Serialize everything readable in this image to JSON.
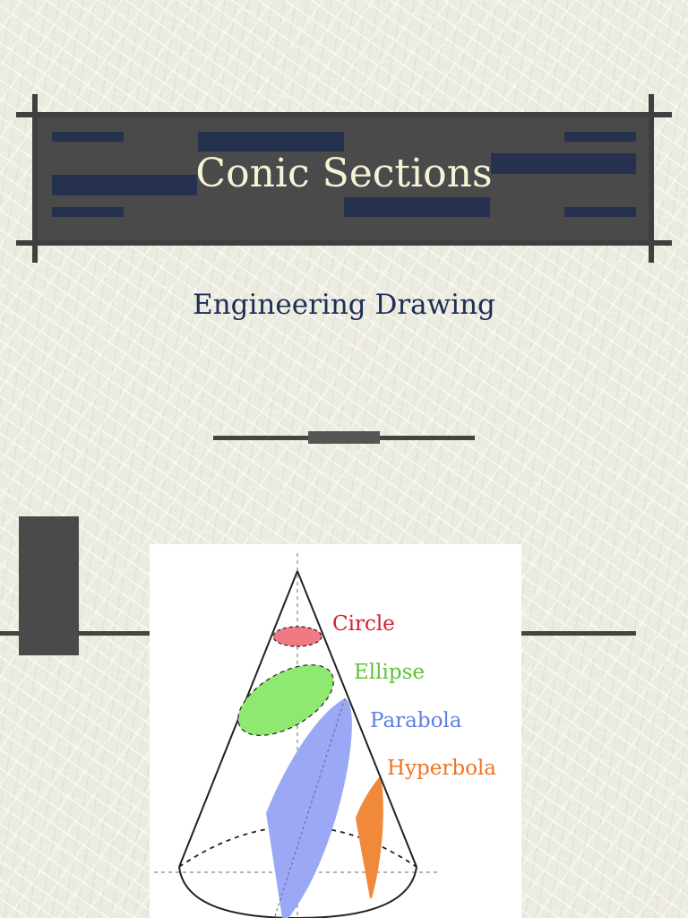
{
  "slide": {
    "title": "Conic Sections",
    "subtitle": "Engineering Drawing"
  },
  "figure": {
    "labels": [
      {
        "key": "circle",
        "text": "Circle",
        "color": "#d2202e"
      },
      {
        "key": "ellipse",
        "text": "Ellipse",
        "color": "#5ec235"
      },
      {
        "key": "parabola",
        "text": "Parabola",
        "color": "#5c7fe6"
      },
      {
        "key": "hyperbola",
        "text": "Hyperbola",
        "color": "#f07222"
      }
    ],
    "fills": {
      "circle": "#f07a82",
      "ellipse": "#8fe870",
      "parabola": "#9aa8f6",
      "hyperbola": "#f08a3a"
    }
  },
  "colors": {
    "banner": "#4a4a4a",
    "title_text": "#f6f3d6",
    "subtitle_text": "#1c2e56",
    "accent_dash": "#26304f"
  }
}
